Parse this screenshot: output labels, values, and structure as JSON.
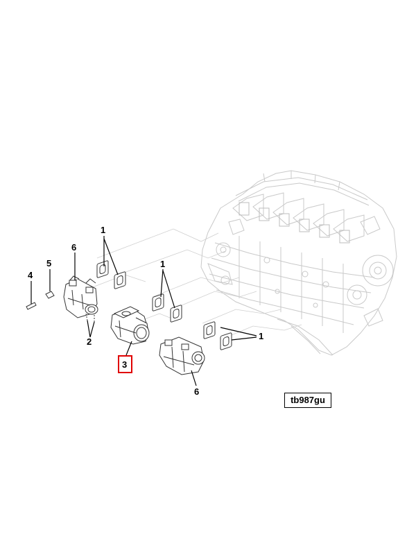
{
  "callouts": {
    "gasket_label_a": "1",
    "gasket_label_b": "1",
    "gasket_label_c": "1",
    "manifold_rear_label": "6",
    "manifold_front_label": "6",
    "stud_label": "4",
    "nut_label": "5",
    "bolt_label": "2",
    "center_manifold_label": "3"
  },
  "reference_code": "tb987gu",
  "highlight_color": "#e00000"
}
